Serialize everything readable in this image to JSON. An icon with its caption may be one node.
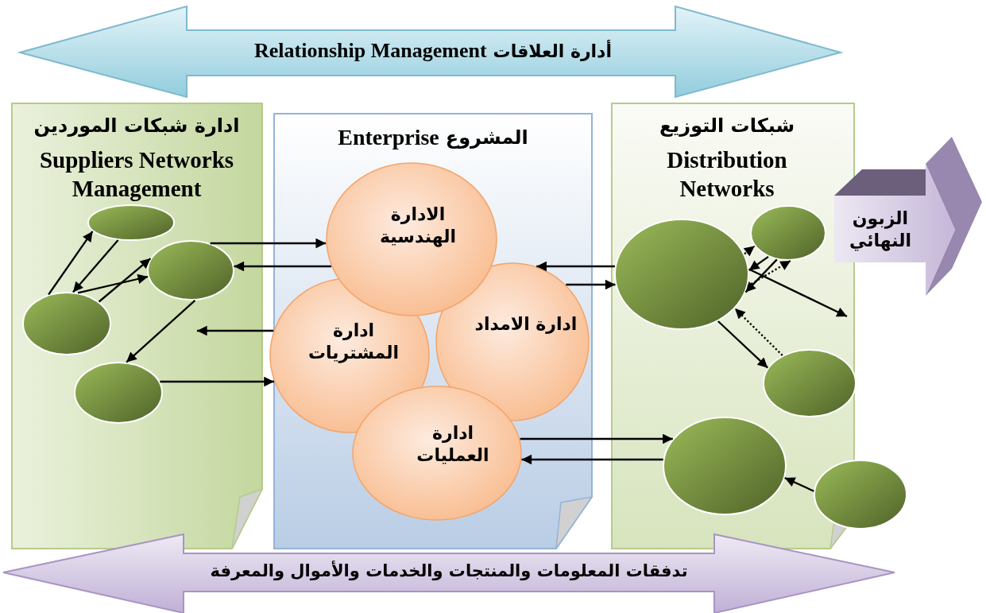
{
  "diagram": {
    "nodes": [
      {
        "text": [
          "أدارة العلاقات",
          "Relationship Management"
        ]
      },
      {
        "text": [
          "ادارة شبكات الموردين",
          "Suppliers Networks Management"
        ]
      },
      {
        "text": [
          "المشروع",
          "Enterprise"
        ]
      },
      {
        "text": [
          "شبكات التوزيع",
          "Distribution Networks"
        ]
      },
      {
        "text": [
          "الزبون النهائي"
        ]
      },
      {
        "text": [
          "تدفقات المعلومات والمنتجات والخدمات والأموال والمعرفة"
        ]
      },
      {
        "text": [
          "الادارة الهندسية"
        ],
        "in": 2
      },
      {
        "text": [
          "ادارة المشتريات"
        ],
        "in": 2
      },
      {
        "text": [
          "ادارة الامداد"
        ],
        "in": 2
      },
      {
        "text": [
          "ادارة العمليات"
        ],
        "in": 2
      },
      {
        "text": [],
        "shape": "ellipse",
        "in": 1
      },
      {
        "text": [],
        "shape": "ellipse",
        "in": 1
      },
      {
        "text": [],
        "shape": "ellipse",
        "in": 1
      },
      {
        "text": [],
        "shape": "ellipse",
        "in": 1
      },
      {
        "text": [],
        "shape": "ellipse",
        "in": 3
      },
      {
        "text": [],
        "shape": "ellipse",
        "in": 3
      },
      {
        "text": [],
        "shape": "ellipse",
        "in": 3
      },
      {
        "text": [],
        "shape": "ellipse",
        "in": 3
      },
      {
        "text": [],
        "shape": "ellipse"
      }
    ],
    "edges": [
      {
        "from": 12,
        "to": 10,
        "arrow": "to"
      },
      {
        "from": 10,
        "to": 12,
        "arrow": "to"
      },
      {
        "from": 12,
        "to": 11,
        "arrow": "to"
      },
      {
        "from": 12,
        "to": 11,
        "arrow": "to"
      },
      {
        "from": 11,
        "to": 13,
        "arrow": "to"
      },
      {
        "from": 11,
        "to": 6,
        "arrow": "to"
      },
      {
        "from": 6,
        "to": 11,
        "arrow": "to"
      },
      {
        "from": 7,
        "to": null,
        "arrow": "to"
      },
      {
        "from": 13,
        "to": 7,
        "arrow": "to"
      },
      {
        "from": 15,
        "to": 8,
        "arrow": "to"
      },
      {
        "from": 8,
        "to": 15,
        "arrow": "to"
      },
      {
        "from": 15,
        "to": 14,
        "arrow": "to",
        "style": "dashed"
      },
      {
        "from": 14,
        "to": 15,
        "arrow": "to"
      },
      {
        "from": 14,
        "to": 15,
        "arrow": "to"
      },
      {
        "from": 15,
        "to": 14,
        "arrow": "to",
        "style": "dashed"
      },
      {
        "from": 15,
        "to": null,
        "arrow": "to"
      },
      {
        "from": 16,
        "to": 15,
        "arrow": "to",
        "style": "dashed"
      },
      {
        "from": 15,
        "to": 16,
        "arrow": "to"
      },
      {
        "from": 9,
        "to": 17,
        "arrow": "to"
      },
      {
        "from": 17,
        "to": 9,
        "arrow": "to"
      },
      {
        "from": 18,
        "to": 17,
        "arrow": "to"
      }
    ]
  }
}
